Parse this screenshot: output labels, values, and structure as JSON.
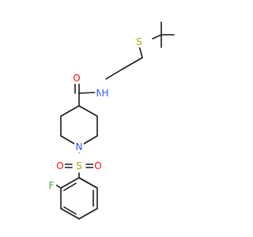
{
  "colors": {
    "bond": "#1a1a1a",
    "carbon": "#1a1a1a",
    "nitrogen": "#3050f8",
    "oxygen": "#ff0d0d",
    "sulfur": "#b8a800",
    "fluorine": "#4fa04f",
    "background": "#ffffff"
  },
  "atoms": {
    "s_thioether": "S",
    "n_amide": "N",
    "h_amide": "H",
    "o_carbonyl": "O",
    "n_piperidine": "N",
    "s_sulfonyl": "S",
    "o_sulfonyl_left": "O",
    "o_sulfonyl_right": "O",
    "f_aryl": "F"
  }
}
